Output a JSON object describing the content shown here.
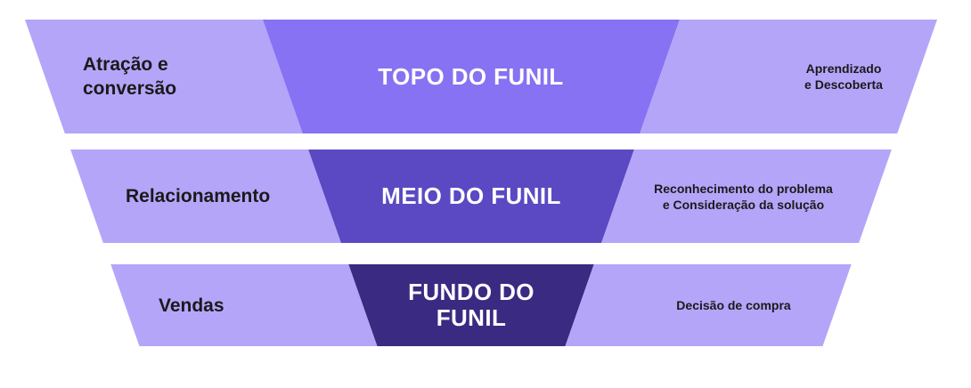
{
  "colors": {
    "background": "#ffffff",
    "light_segment": "#b5a5f9",
    "top_segment": "#8672f2",
    "middle_segment": "#5a49c2",
    "bottom_segment": "#3a2a82",
    "dark_text": "#1a1a1a",
    "light_text": "#ffffff"
  },
  "funnel": {
    "rows": [
      {
        "left_label": "Atração e\nconversão",
        "center_label": "TOPO DO FUNIL",
        "right_label": "Aprendizado\ne Descoberta"
      },
      {
        "left_label": "Relacionamento",
        "center_label": "MEIO DO FUNIL",
        "right_label": "Reconhecimento do problema\ne Consideração da solução"
      },
      {
        "left_label": "Vendas",
        "center_label": "FUNDO DO\nFUNIL",
        "right_label": "Decisão de compra"
      }
    ]
  }
}
